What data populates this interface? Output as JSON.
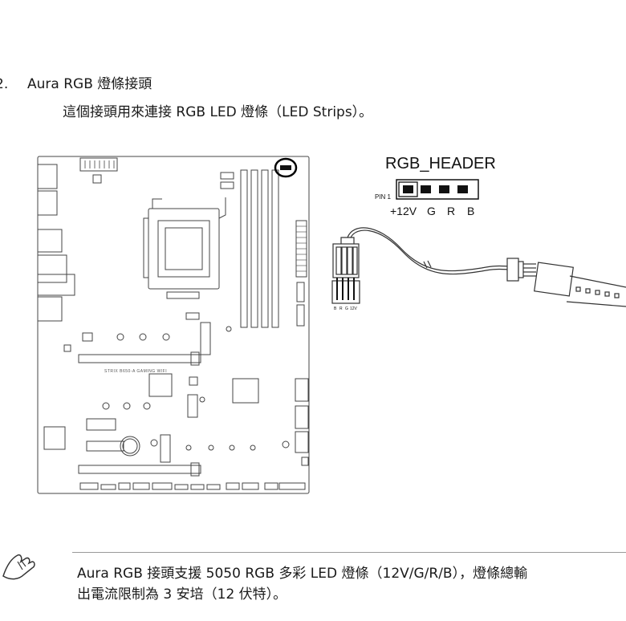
{
  "section": {
    "number": "2.",
    "title": "Aura RGB 燈條接頭"
  },
  "intro": "這個接頭用來連接 RGB LED 燈條（LED Strips）。",
  "header_diagram": {
    "title": "RGB_HEADER",
    "pin1_label": "PIN 1",
    "pins": [
      "+12V",
      "G",
      "R",
      "B"
    ]
  },
  "board_silkscreen": "STRIX B650-A GAMING WIFI",
  "connector_pin_labels": [
    "B",
    "R",
    "G",
    "12V"
  ],
  "note": {
    "line1": "Aura RGB 接頭支援 5050 RGB 多彩 LED 燈條（12V/G/R/B），燈條總輸",
    "line2": "出電流限制為 3 安培（12 伏特）。"
  },
  "colors": {
    "line": "#333333",
    "pin": "#111111",
    "highlight": "#000000",
    "rule": "#9a9a9a"
  }
}
